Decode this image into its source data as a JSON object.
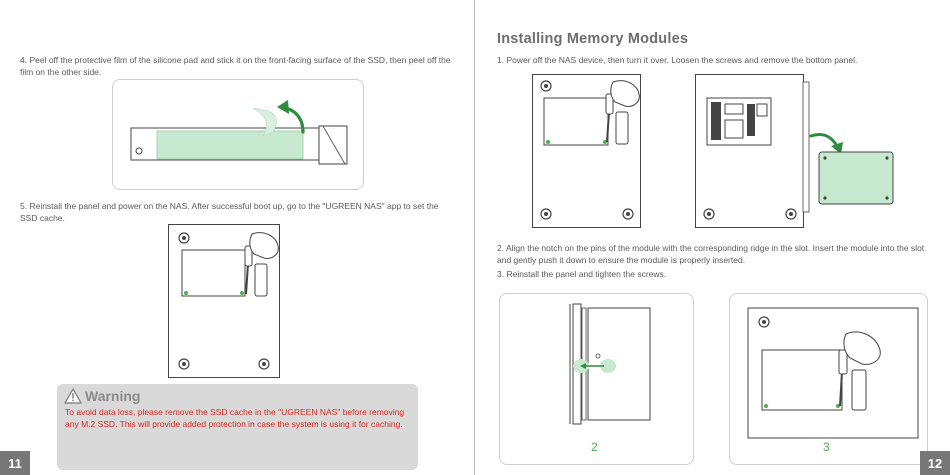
{
  "left": {
    "step4": "4. Peel off the protective film of the silicone pad and stick it on the front-facing surface of the SSD, then peel off the film on the other side.",
    "step5": "5. Reinstall the panel and power on the NAS. After successful boot up, go to the \"UGREEN NAS\" app to set the SSD cache.",
    "warning": {
      "title": "Warning",
      "body": "To avoid data loss, please remove the SSD cache in the \"UGREEN NAS\" before removing any M.2 SSD. This will provide added protection in case the system is using it for caching."
    },
    "page_number": "11"
  },
  "right": {
    "title": "Installing Memory Modules",
    "step1": "1. Power off the NAS device, then turn it over. Loosen the screws and remove the bottom panel.",
    "step2": "2. Align the notch on the pins of the module with the corresponding ridge in the slot. Insert the module into the slot and gently push it down to ensure the module is properly inserted.",
    "step3": "3. Reinstall the panel and tighten the screws.",
    "figure_labels": [
      "2",
      "3"
    ],
    "page_number": "12"
  },
  "colors": {
    "accent_green": "#4caf50",
    "pad_green": "#c7e9cf",
    "warning_red": "#e0261c",
    "warning_bg": "#d9d9d9",
    "page_number_bg": "#777777"
  },
  "icons": [
    "warning-triangle-icon",
    "curved-arrow-icon",
    "screwdriver-hand-icon",
    "screw-icon"
  ]
}
